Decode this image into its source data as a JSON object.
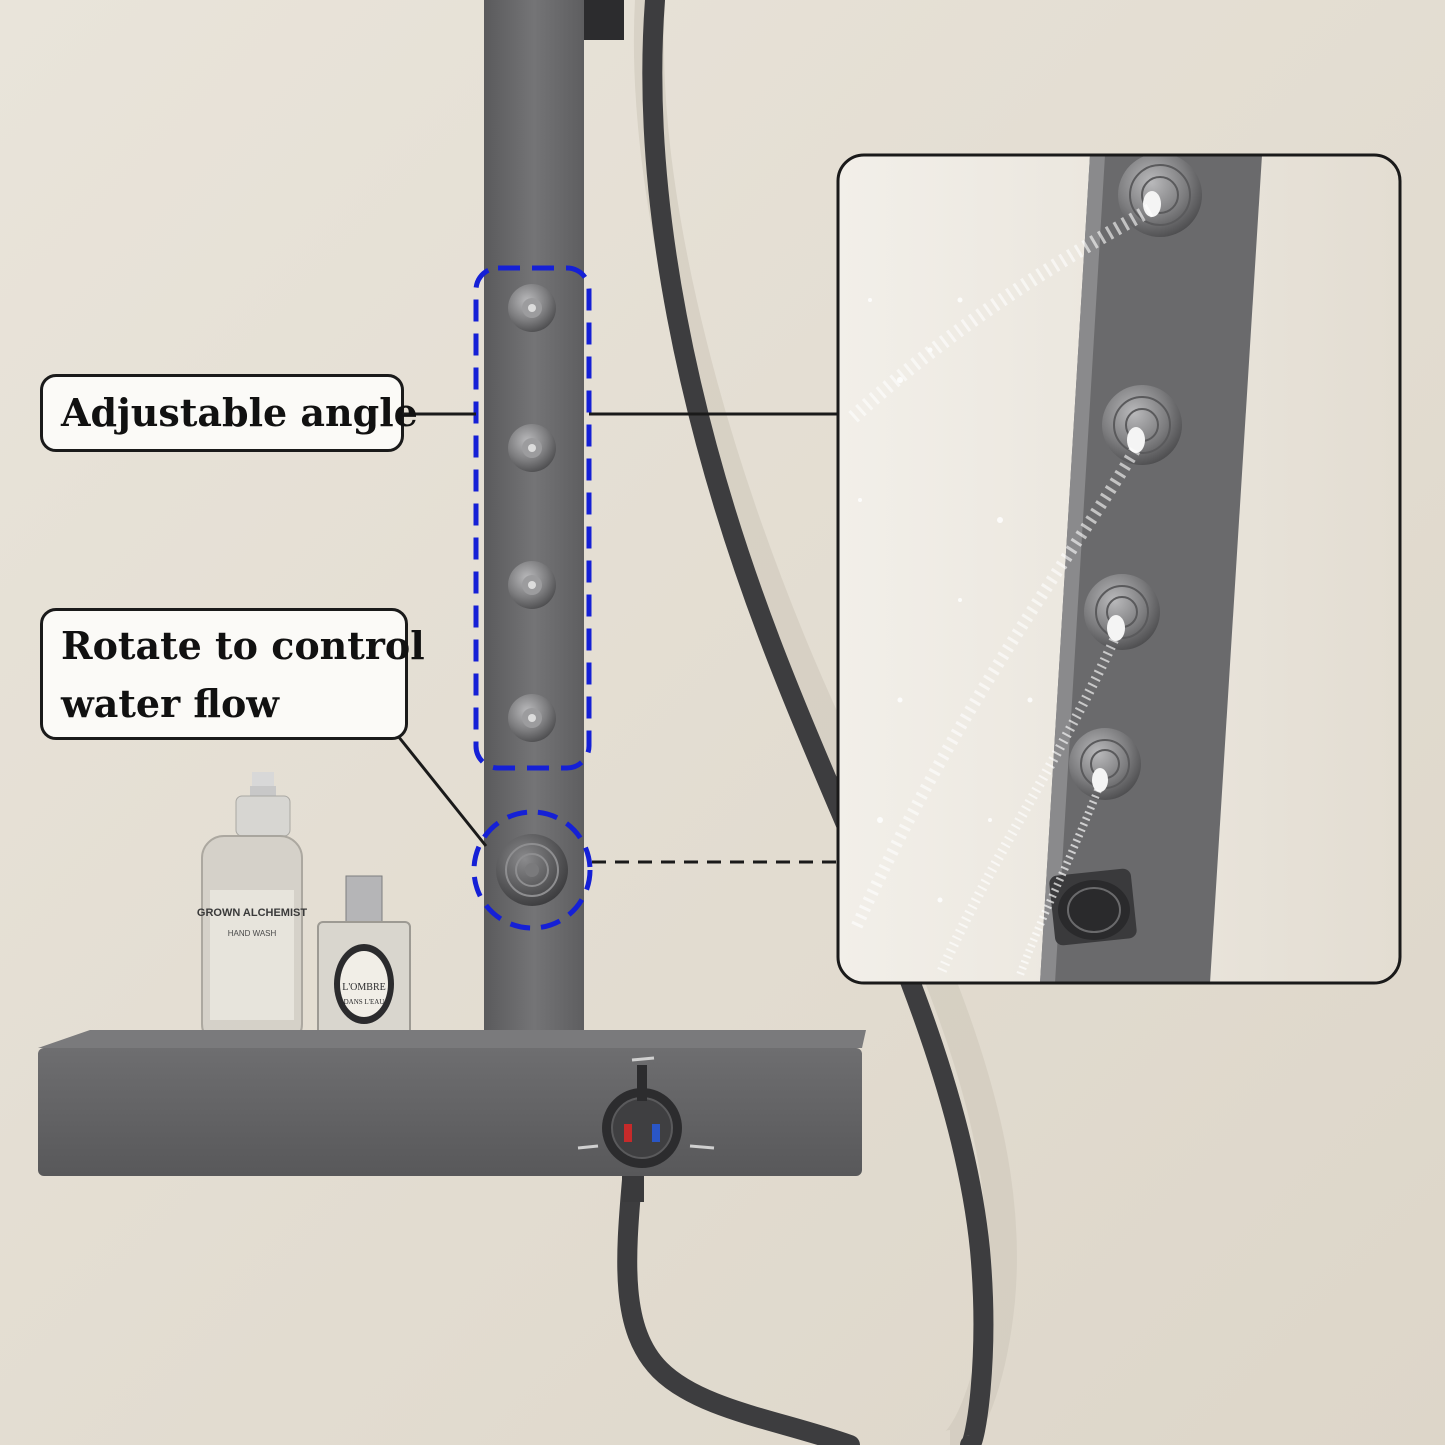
{
  "callouts": {
    "adjustable_angle": "Adjustable angle",
    "flow_line1": "Rotate to control",
    "flow_line2": "water flow"
  },
  "bottle_labels": {
    "soap_brand": "GROWN ALCHEMIST",
    "soap_type": "HAND WASH",
    "perfume_brand": "L'OMBRE",
    "perfume_sub": "DANS L'EAU"
  },
  "colors": {
    "wall": "#e7e1d6",
    "panel": "#6b6b6d",
    "panel_dark": "#4e4e50",
    "highlight_dash": "#1520d6",
    "callout_border": "#1a1a1a",
    "callout_fill": "#fbfaf7"
  }
}
